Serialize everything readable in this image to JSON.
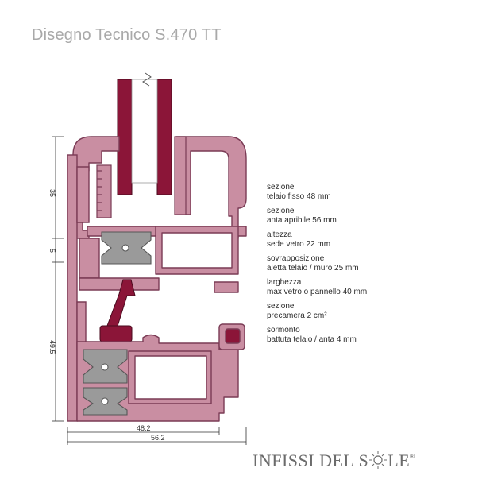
{
  "title": "Disegno Tecnico S.470 TT",
  "dimensions": {
    "v1": "35",
    "v2": "5",
    "v3": "49.5",
    "h1": "48.2",
    "h2": "56.2"
  },
  "specs": [
    {
      "l1": "sezione",
      "l2": "telaio fisso 48 mm"
    },
    {
      "l1": "sezione",
      "l2": "anta apribile 56 mm"
    },
    {
      "l1": "altezza",
      "l2": "sede vetro 22 mm"
    },
    {
      "l1": "sovrapposizione",
      "l2": "aletta telaio / muro 25 mm"
    },
    {
      "l1": "larghezza",
      "l2": "max vetro o pannello 40 mm"
    },
    {
      "l1": "sezione",
      "l2": "precamera 2 cm²"
    },
    {
      "l1": "sormonto",
      "l2": "battuta telaio / anta 4 mm"
    }
  ],
  "logo": {
    "part1": "INFISSI DEL S",
    "part2": "LE",
    "mark": "®"
  },
  "colors": {
    "profile": "#c98ea2",
    "profile_dark": "#7a3b55",
    "gasket": "#8b1538",
    "insulator": "#9a9a9a"
  }
}
